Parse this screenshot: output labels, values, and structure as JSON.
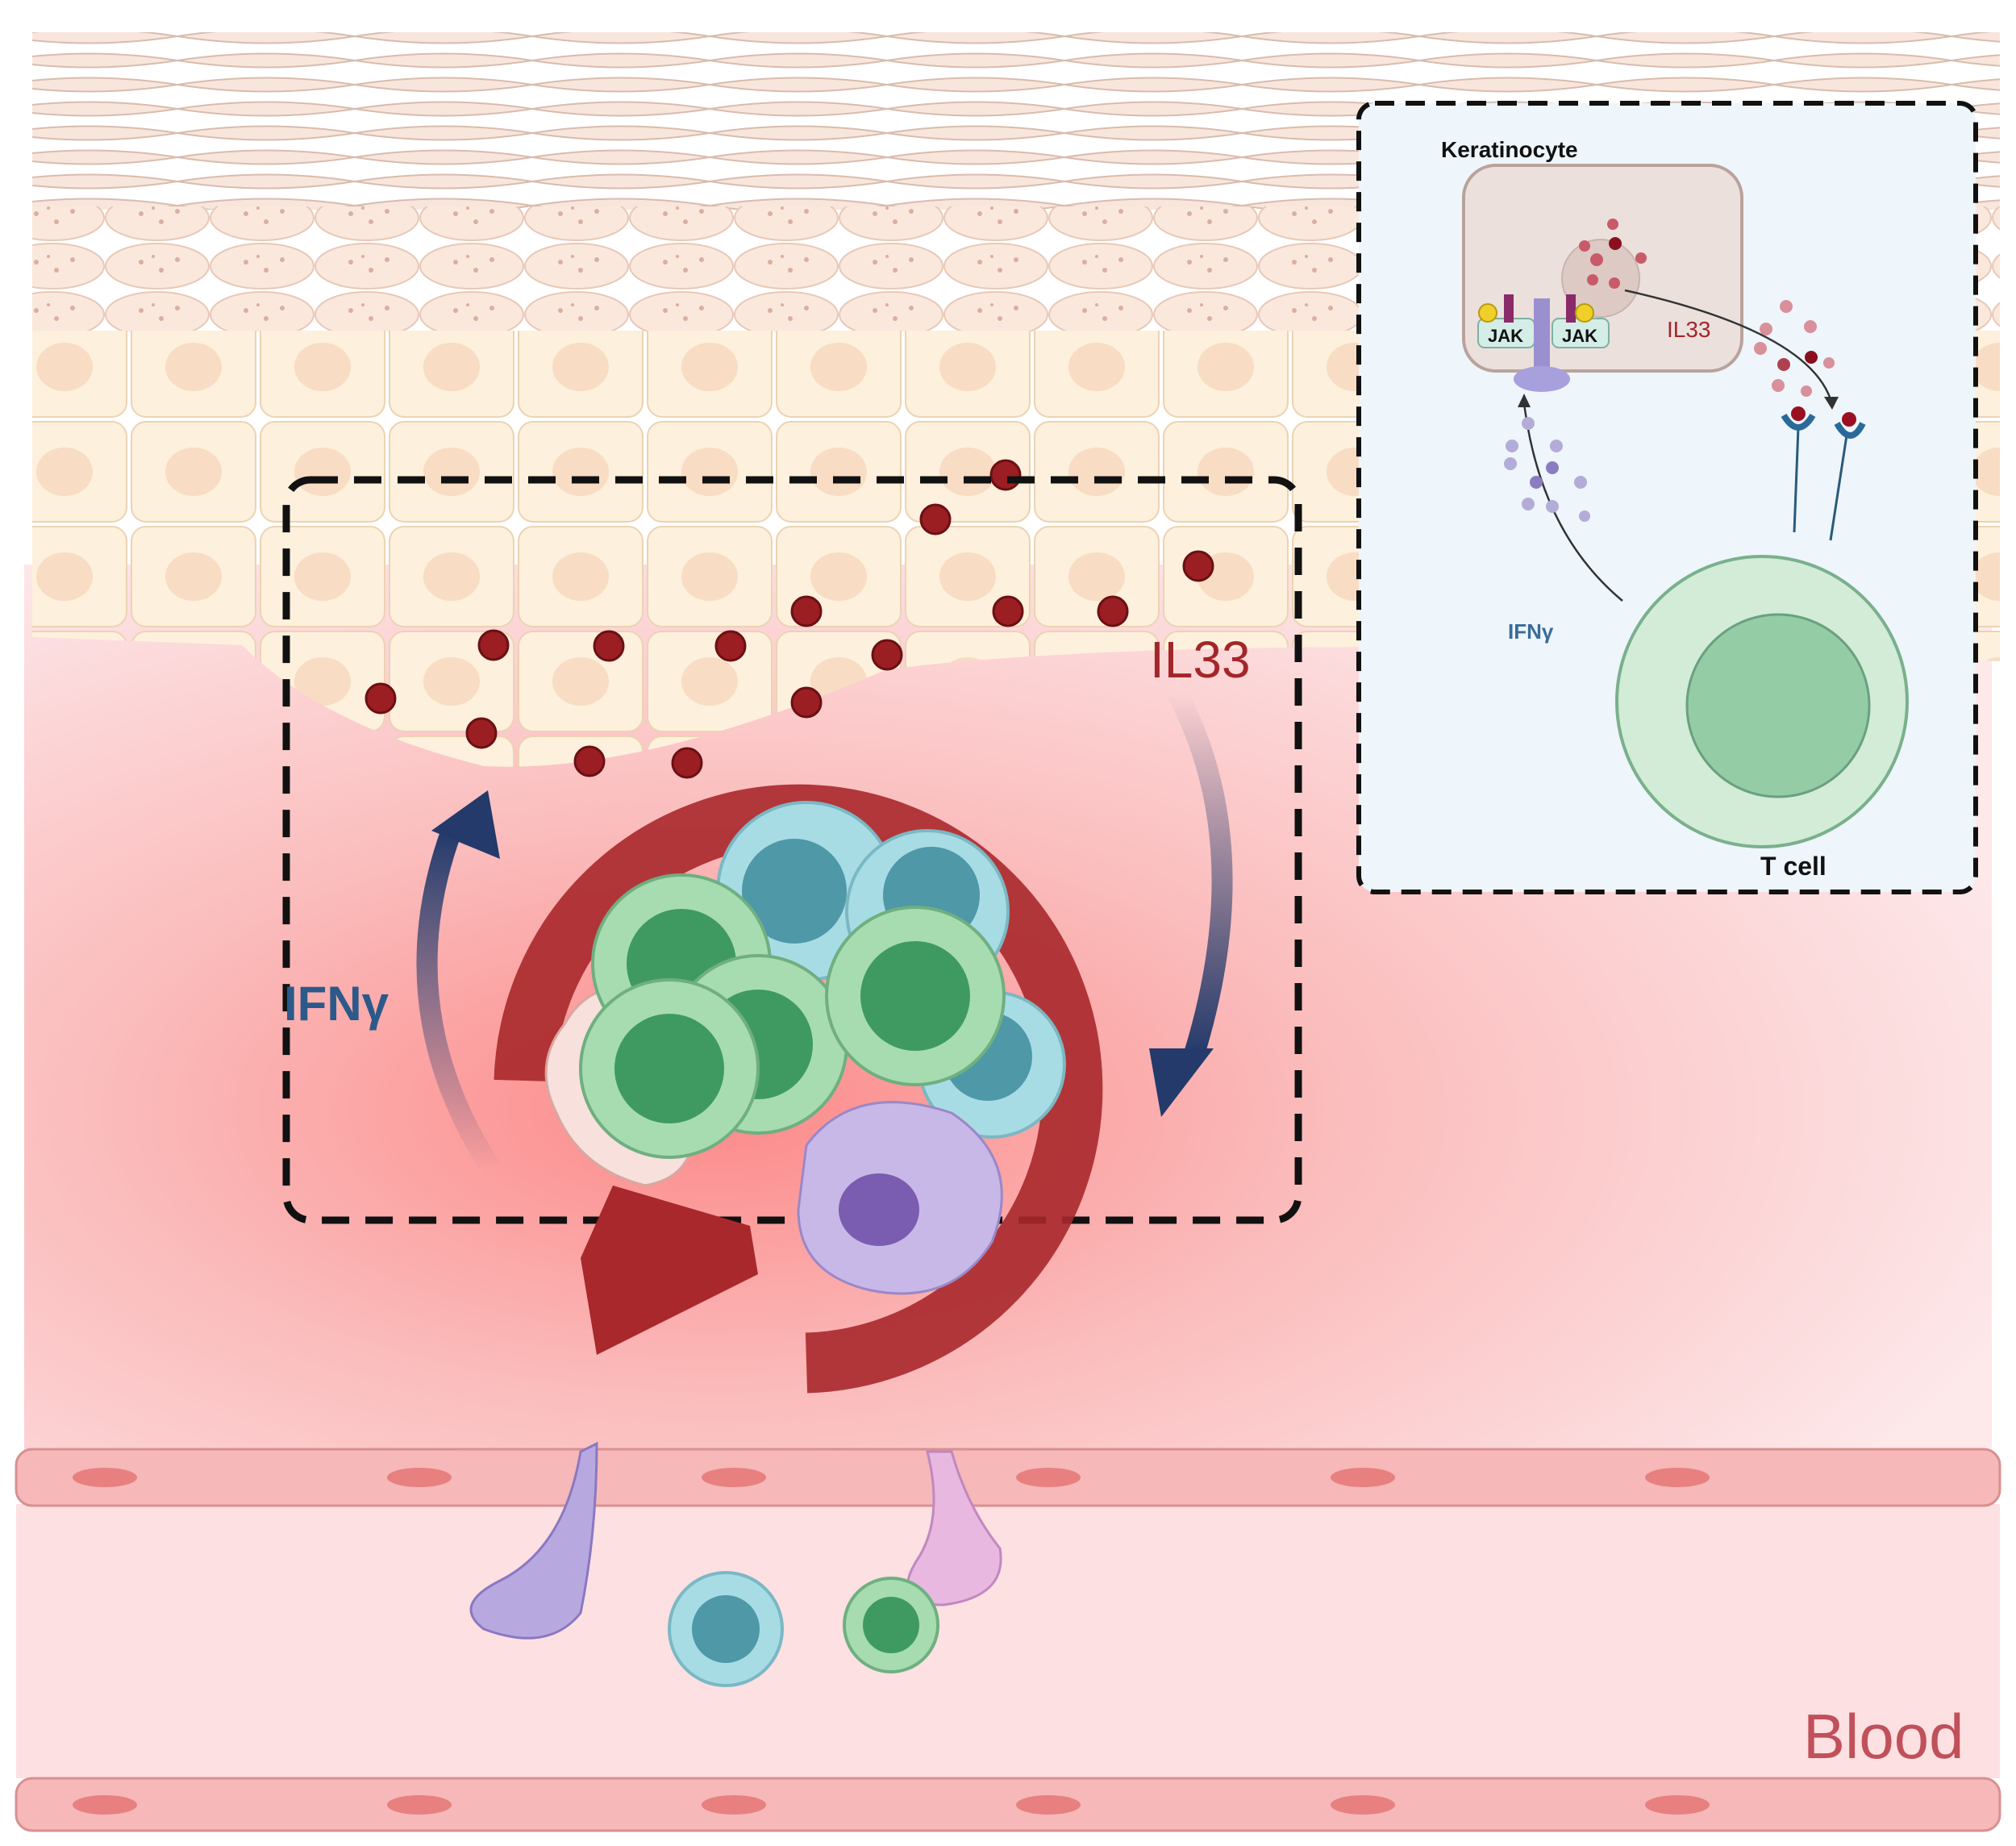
{
  "main": {
    "il33_label": "IL33",
    "ifng_label": "IFNγ",
    "blood_label": "Blood"
  },
  "inset": {
    "keratinocyte_label": "Keratinocyte",
    "il33_label": "IL33",
    "jak_left": "JAK",
    "jak_right": "JAK",
    "ifng_label": "IFNγ",
    "tcell_label": "T cell"
  },
  "colors": {
    "il33": "#a3262a",
    "ifng": "#2b5a8a",
    "blood_text": "#c0505a",
    "cycle_arrow": "#a8282b",
    "ifng_arrow": "#233a6b",
    "tcell": "#8fcaa0",
    "inset_bg": "#eef5fb"
  }
}
